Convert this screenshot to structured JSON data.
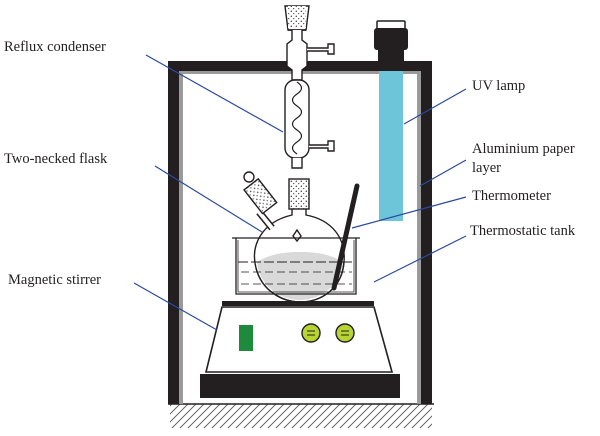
{
  "figure": {
    "labels": {
      "reflux_condenser": "Reflux condenser",
      "two_necked_flask": "Two-necked flask",
      "magnetic_stirrer": "Magnetic stirrer",
      "uv_lamp": "UV lamp",
      "aluminium_line1": "Aluminium paper",
      "aluminium_line2": "layer",
      "thermometer": "Thermometer",
      "thermostatic_tank": "Thermostatic tank"
    },
    "colors": {
      "leader_line": "#2b4a9e",
      "uv_lamp": "#6cc5d8",
      "stirrer_indicator": "#1d8a3c",
      "knob": "#b7d433",
      "frame": "#231f20",
      "aluminium_layer": "#9a9a9a"
    }
  }
}
